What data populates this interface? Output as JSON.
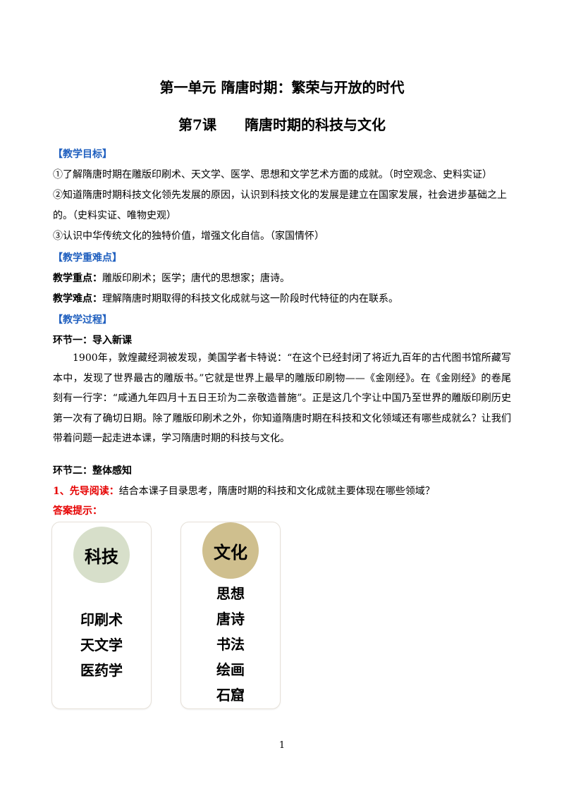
{
  "unit_title": "第一单元 隋唐时期：繁荣与开放的时代",
  "lesson_title": "第7课　　隋唐时期的科技与文化",
  "objectives": {
    "heading": "【教学目标】",
    "line1": "①了解隋唐时期在雕版印刷术、天文学、医学、思想和文学艺术方面的成就。（时空观念、史料实证）",
    "line2a": "②知道隋唐时期科技文化领先发展的原因，认识到科技文化的发展是建立在国家发展，社会进步基础之上",
    "line2b": "的。（史料实证、唯物史观）",
    "line3": "③认识中华传统文化的独特价值，增强文化自信。（家国情怀）"
  },
  "key_points": {
    "heading": "【教学重难点】",
    "focus_label": "教学重点：",
    "focus_text": "雕版印刷术；医学；唐代的思想家；唐诗。",
    "difficulty_label": "教学难点：",
    "difficulty_text": "理解隋唐时期取得的科技文化成就与这一阶段时代特征的内在联系。"
  },
  "process": {
    "heading": "【教学过程】",
    "step1_title": "环节一：导入新课",
    "step1_paragraph": "1900年，敦煌藏经洞被发现，美国学者卡特说：“在这个已经封闭了将近九百年的古代图书馆所藏写本中，发现了世界最古的雕版书。”它就是世界上最早的雕版印刷物——《金刚经》。在《金刚经》的卷尾刻有一行字：“咸通九年四月十五日王玠为二亲敬造普施”。正是这几个字让中国乃至世界的雕版印刷历史第一次有了确切日期。除了雕版印刷术之外，你知道隋唐时期在科技和文化领域还有哪些成就么？让我们带着问题一起走进本课，学习隋唐时期的科技与文化。",
    "step2_title": "环节二：整体感知",
    "reading_label": "1、先导阅读：",
    "reading_text": "结合本课子目录思考，隋唐时期的科技和文化成就主要体现在哪些领域？",
    "answer_label": "答案提示："
  },
  "cards": {
    "science": {
      "title": "科技",
      "items": [
        "印刷术",
        "天文学",
        "医药学"
      ],
      "circle_color": "#d7dfca"
    },
    "culture": {
      "title": "文化",
      "items": [
        "思想",
        "唐诗",
        "书法",
        "绘画",
        "石窟"
      ],
      "circle_color": "#cfbf8e"
    }
  },
  "page_number": "1",
  "colors": {
    "heading_blue": "#1f5fbf",
    "highlight_red": "#e60000"
  }
}
